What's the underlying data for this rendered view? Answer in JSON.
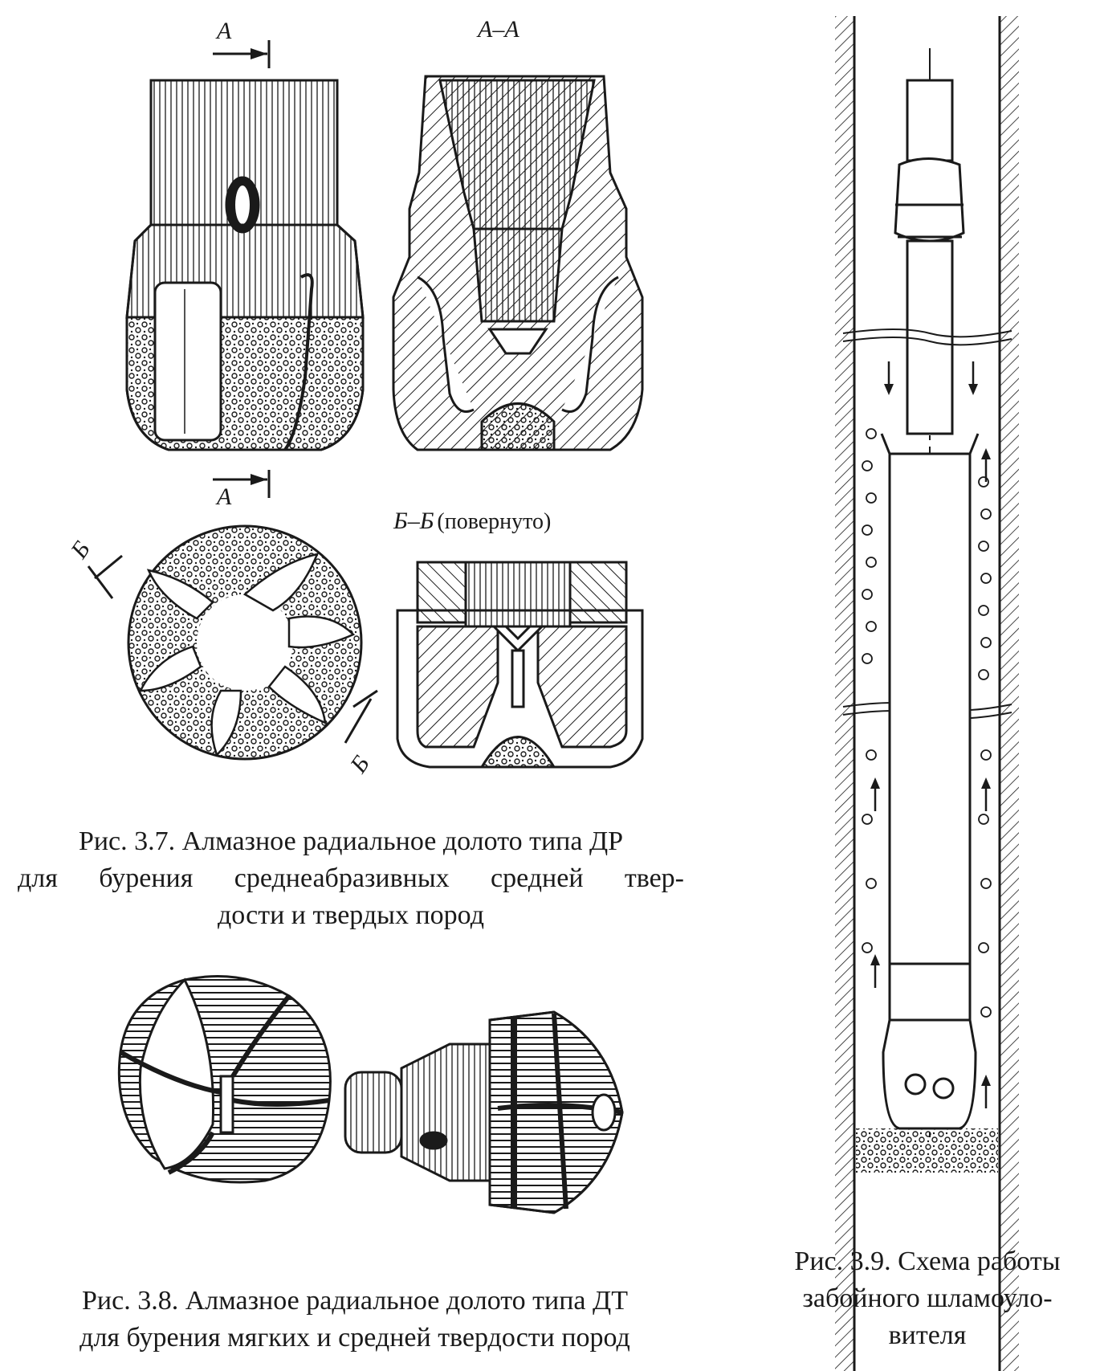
{
  "figures": {
    "fig37": {
      "section_aa": {
        "label": "А–А"
      },
      "cut_a_top": "А",
      "cut_a_bottom": "А",
      "section_bb": {
        "label": "Б–Б",
        "note": "(повернуто)"
      },
      "cut_b_left": "Б",
      "cut_b_right": "Б",
      "caption": {
        "line1": "Рис. 3.7. Алмазное радиальное долото типа ДР",
        "line2": "для бурения среднеабразивных средней твер-",
        "line3": "дости и твердых пород"
      }
    },
    "fig38": {
      "caption": {
        "line1": "Рис. 3.8. Алмазное радиальное долото типа ДТ",
        "line2": "для бурения мягких и средней твердости пород"
      }
    },
    "fig39": {
      "caption": {
        "line1": "Рис. 3.9. Схема работы",
        "line2": "забойного шламоуло-",
        "line3": "вителя"
      }
    }
  },
  "colors": {
    "ink": "#1a1a1a",
    "paper": "#ffffff"
  }
}
